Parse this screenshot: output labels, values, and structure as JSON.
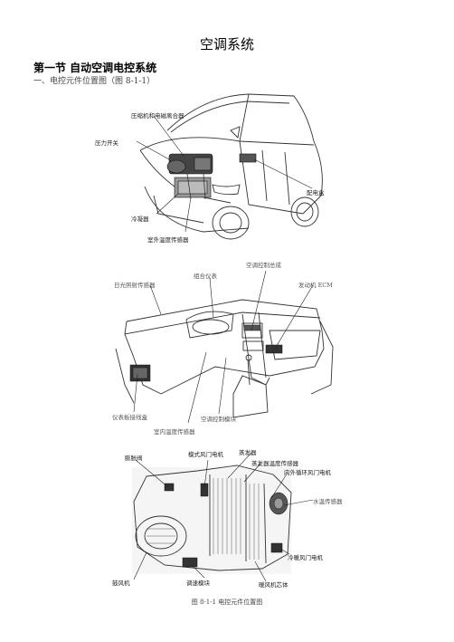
{
  "doc": {
    "title": "空调系统",
    "section": "第一节  自动空调电控系统",
    "subsection": "一、电控元件位置图（图 8-1-1）"
  },
  "figure1": {
    "labels": {
      "compressor_clutch": "压缩机和电磁离合器",
      "pressure_switch": "压力开关",
      "condenser": "冷凝器",
      "outdoor_temp_sensor": "室外温度传感器",
      "junction_box": "配电盒"
    }
  },
  "figure2": {
    "labels": {
      "sunlight_sensor": "日光照射传感器",
      "combination_meter": "组合仪表",
      "ac_control_assembly": "空调控制总成",
      "engine_ecm": "发动机 ECM",
      "instrument_junction_box": "仪表板接线盒",
      "ac_control_module": "空调控制模块",
      "indoor_temp_sensor": "室内温度传感器"
    }
  },
  "figure3": {
    "labels": {
      "expansion_valve": "膨胀阀",
      "mode_damper_motor": "模式风门电机",
      "evaporator": "蒸发器",
      "evaporator_temp_sensor": "蒸发器温度传感器",
      "recirc_damper_motor": "内外循环风门电机",
      "water_temp_sensor": "水温传感器",
      "cold_air_damper_motor": "冷暖风门电机",
      "blower": "鼓风机",
      "speed_module": "调速模块",
      "heater_core": "暖风机芯体"
    }
  },
  "caption": "图 8-1-1    电控元件位置图"
}
